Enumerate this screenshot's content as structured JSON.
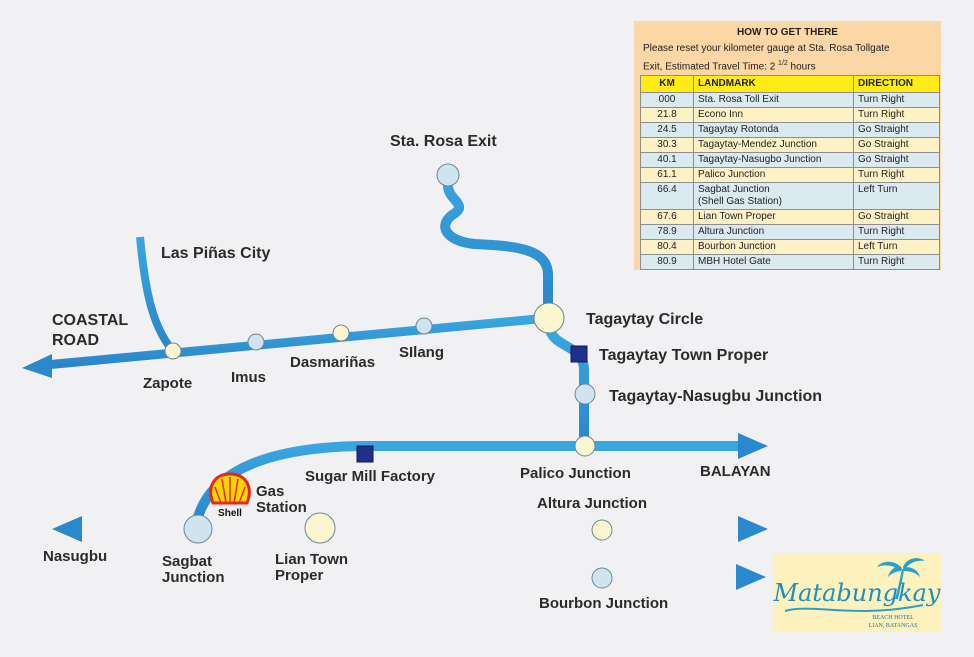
{
  "panel": {
    "title": "HOW TO GET THERE",
    "line1": "Please reset your kilometer gauge at Sta. Rosa Tollgate",
    "line2_prefix": "Exit, Estimated Travel Time: 2 ",
    "line2_fraction": "1/2",
    "line2_suffix": " hours",
    "headers": [
      "KM",
      "LANDMARK",
      "DIRECTION"
    ],
    "rows": [
      {
        "km": "000",
        "landmark": "Sta. Rosa Toll Exit",
        "direction": "Turn Right"
      },
      {
        "km": "21.8",
        "landmark": "Econo Inn",
        "direction": "Turn Right"
      },
      {
        "km": "24.5",
        "landmark": "Tagaytay Rotonda",
        "direction": "Go Straight"
      },
      {
        "km": "30.3",
        "landmark": "Tagaytay-Mendez Junction",
        "direction": "Go Straight"
      },
      {
        "km": "40.1",
        "landmark": "Tagaytay-Nasugbo Junction",
        "direction": "Go Straight"
      },
      {
        "km": "61.1",
        "landmark": "Palico Junction",
        "direction": "Turn Right"
      },
      {
        "km": "66.4",
        "landmark": "Sagbat Junction",
        "landmark2": "(Shell Gas Station)",
        "direction": "Left Turn"
      },
      {
        "km": "67.6",
        "landmark": "Lian Town Proper",
        "direction": "Go Straight"
      },
      {
        "km": "78.9",
        "landmark": "Altura Junction",
        "direction": "Turn Right"
      },
      {
        "km": "80.4",
        "landmark": "Bourbon Junction",
        "direction": "Left Turn"
      },
      {
        "km": "80.9",
        "landmark": "MBH Hotel Gate",
        "direction": "Turn Right"
      }
    ]
  },
  "places": {
    "sta_rosa_exit": "Sta. Rosa Exit",
    "las_pinas": "Las Piñas City",
    "coastal_1": "COASTAL",
    "coastal_2": "ROAD",
    "zapote": "Zapote",
    "imus": "Imus",
    "dasmarinas": "Dasmariñas",
    "silang": "SIlang",
    "tagaytay_circle": "Tagaytay Circle",
    "tagaytay_town": "Tagaytay Town Proper",
    "tagaytay_nasugbu": "Tagaytay-Nasugbu Junction",
    "sugar_mill": "Sugar Mill Factory",
    "palico": "Palico Junction",
    "balayan": "BALAYAN",
    "gas_1": "Gas",
    "gas_2": "Station",
    "shell": "Shell",
    "nasugbu": "Nasugbu",
    "sagbat_1": "Sagbat",
    "sagbat_2": "Junction",
    "lian_1": "Lian Town",
    "lian_2": "Proper",
    "altura": "Altura Junction",
    "bourbon": "Bourbon Junction"
  },
  "logo": {
    "name": "Matabungkay",
    "line1": "BEACH HOTEL",
    "line2": "LIAN, BATANGAS"
  },
  "colors": {
    "road": "#3d9bd5",
    "road_edge": "#1d6fb4",
    "node_light": "#cfe4ee",
    "node_yellow": "#fbf6d0",
    "landmark": "#1e2f8c",
    "panel_bg": "#fcd7a6",
    "header_bg": "#ffec17",
    "shell_red": "#e6261f",
    "shell_yellow": "#ffd400"
  }
}
